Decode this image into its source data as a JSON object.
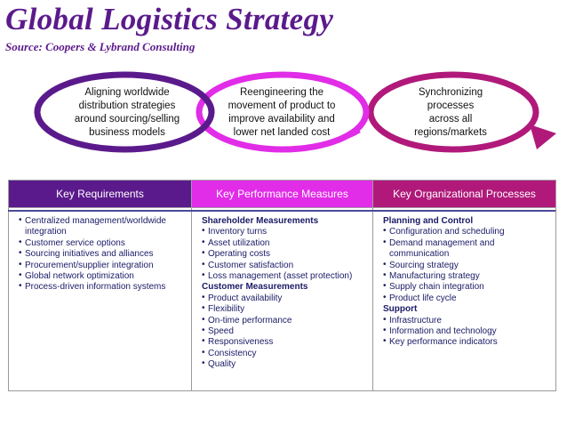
{
  "title": "Global Logistics Strategy",
  "source": "Source: Coopers & Lybrand  Consulting",
  "colors": {
    "purple": "#5b1a8c",
    "magenta": "#e12ce8",
    "berry": "#b0197a"
  },
  "ovals": [
    {
      "lines": [
        "Aligning worldwide",
        "distribution strategies",
        "around sourcing/selling",
        "business models"
      ]
    },
    {
      "lines": [
        "Reengineering the",
        "movement of product to",
        "improve availability and",
        "lower net landed cost"
      ]
    },
    {
      "lines": [
        "Synchronizing",
        "processes",
        "across all",
        "regions/markets"
      ]
    }
  ],
  "columns": [
    {
      "header": "Key Requirements",
      "groups": [
        {
          "heading": "",
          "items": [
            "Centralized management/worldwide integration",
            "Customer service options",
            "Sourcing initiatives and alliances",
            "Procurement/supplier integration",
            "Global network optimization",
            "Process-driven information systems"
          ]
        }
      ]
    },
    {
      "header": "Key Performance Measures",
      "groups": [
        {
          "heading": "Shareholder Measurements",
          "items": [
            "Inventory turns",
            "Asset utilization",
            "Operating costs",
            "Customer satisfaction",
            "Loss management (asset protection)"
          ]
        },
        {
          "heading": "Customer Measurements",
          "items": [
            "Product availability",
            "Flexibility",
            "On-time performance",
            "Speed",
            "Responsiveness",
            "Consistency",
            "Quality"
          ]
        }
      ]
    },
    {
      "header": "Key Organizational Processes",
      "groups": [
        {
          "heading": "Planning and Control",
          "items": [
            "Configuration and scheduling",
            "Demand management and communication",
            "Sourcing strategy",
            "Manufacturing strategy",
            "Supply chain integration",
            "Product life cycle"
          ]
        },
        {
          "heading": "Support",
          "items": [
            "Infrastructure",
            "Information and technology",
            "Key performance indicators"
          ]
        }
      ]
    }
  ]
}
